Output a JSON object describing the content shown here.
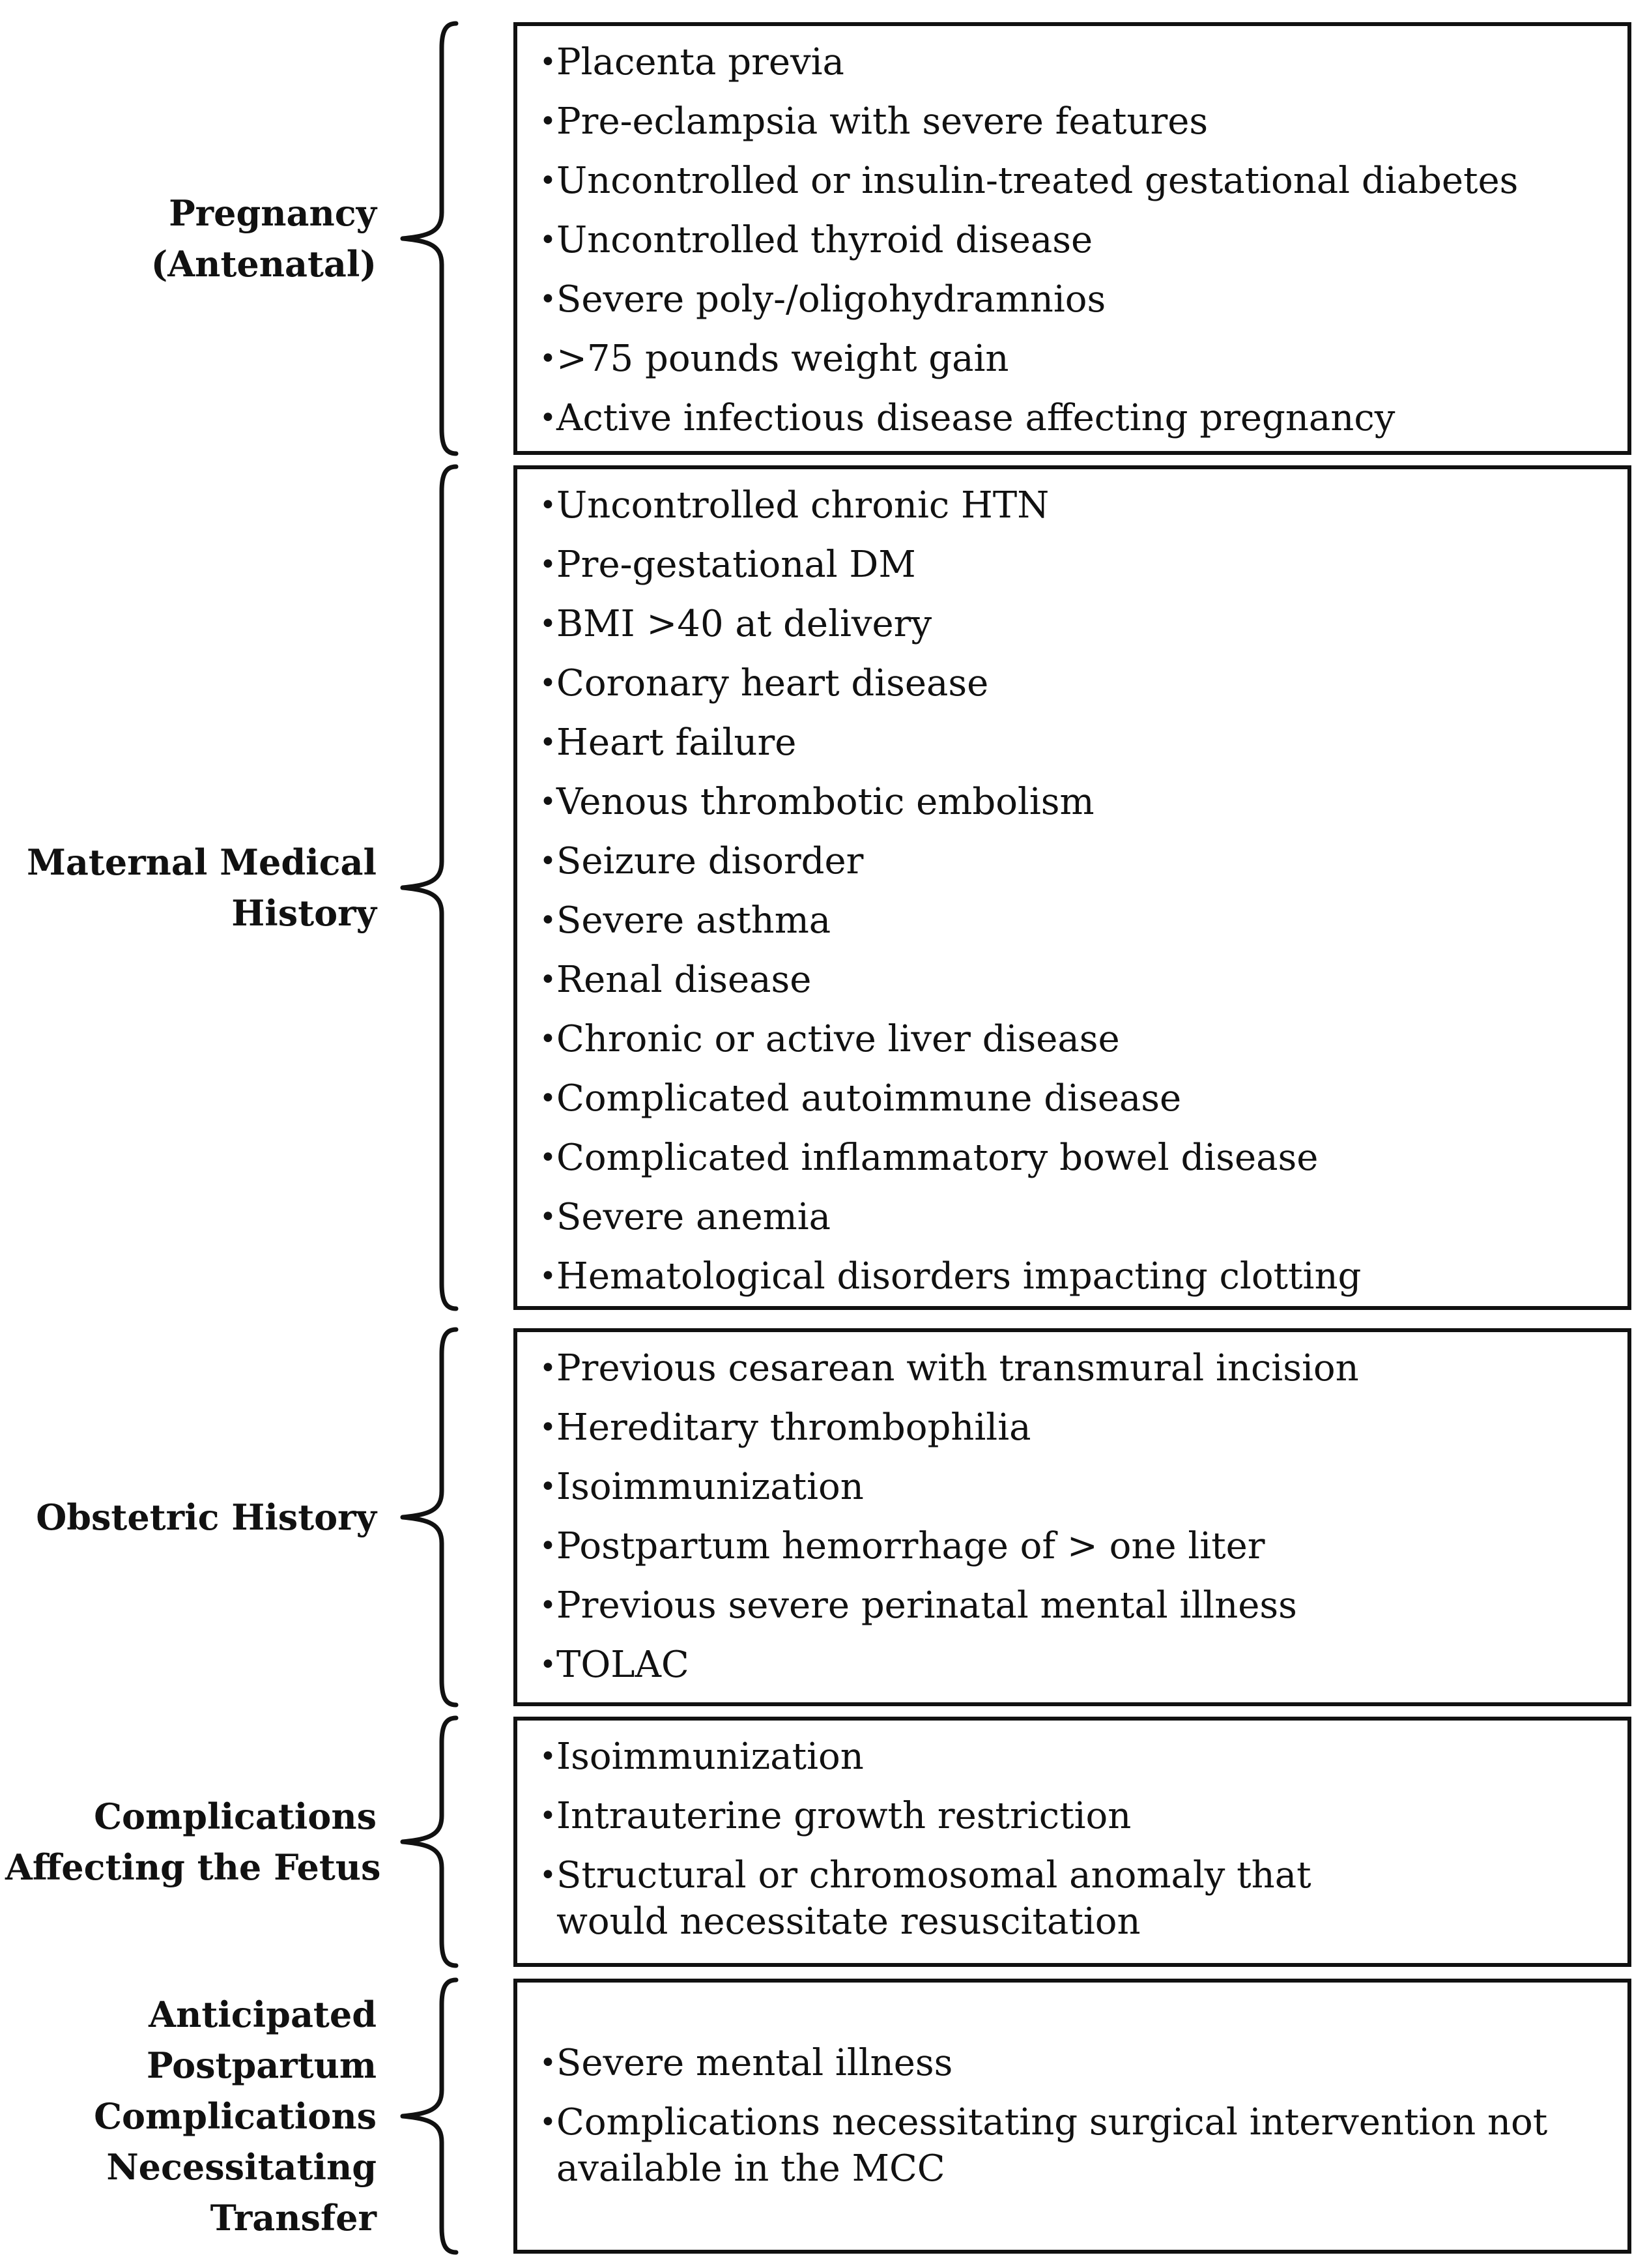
{
  "sections": [
    {
      "label_lines": [
        "Pregnancy",
        "(Antenatal)"
      ],
      "items": [
        {
          "text": "Placenta previa"
        },
        {
          "text": "Pre-eclampsia with severe features"
        },
        {
          "text": "Uncontrolled or insulin-treated gestational diabetes"
        },
        {
          "text": "Uncontrolled thyroid disease"
        },
        {
          "text": "Severe poly-/oligohydramnios"
        },
        {
          "text": ">75 pounds weight gain"
        },
        {
          "text": "Active infectious disease affecting pregnancy"
        }
      ]
    },
    {
      "label_lines": [
        "Maternal Medical",
        "History"
      ],
      "items": [
        {
          "text": "Uncontrolled chronic HTN"
        },
        {
          "text": "Pre-gestational DM"
        },
        {
          "text": "BMI >40 at delivery"
        },
        {
          "text": "Coronary heart disease"
        },
        {
          "text": "Heart failure"
        },
        {
          "text": "Venous thrombotic embolism"
        },
        {
          "text": "Seizure disorder"
        },
        {
          "text": "Severe asthma"
        },
        {
          "text": "Renal disease"
        },
        {
          "text": "Chronic or active liver disease"
        },
        {
          "text": "Complicated autoimmune disease"
        },
        {
          "text": "Complicated inflammatory bowel disease"
        },
        {
          "text": "Severe anemia"
        },
        {
          "text": "Hematological disorders impacting clotting"
        }
      ]
    },
    {
      "label_lines": [
        "Obstetric History"
      ],
      "items": [
        {
          "text": "Previous cesarean with transmural incision"
        },
        {
          "text": "Hereditary thrombophilia"
        },
        {
          "text": "Isoimmunization"
        },
        {
          "text": "Postpartum hemorrhage of > one liter"
        },
        {
          "text": "Previous severe perinatal mental illness"
        },
        {
          "text": "TOLAC"
        }
      ]
    },
    {
      "label_lines": [
        "Complications",
        "Affecting the Fetus"
      ],
      "items": [
        {
          "text": "Isoimmunization"
        },
        {
          "text": "Intrauterine growth restriction"
        },
        {
          "text": "Structural or chromosomal anomaly that",
          "cont": "would necessitate resuscitation"
        }
      ]
    },
    {
      "label_lines": [
        "Anticipated",
        "Postpartum",
        "Complications",
        "Necessitating",
        "Transfer"
      ],
      "items": [
        {
          "text": "Severe mental illness"
        },
        {
          "text": "Complications necessitating surgical intervention not",
          "cont": "available in the MCC"
        }
      ]
    }
  ]
}
